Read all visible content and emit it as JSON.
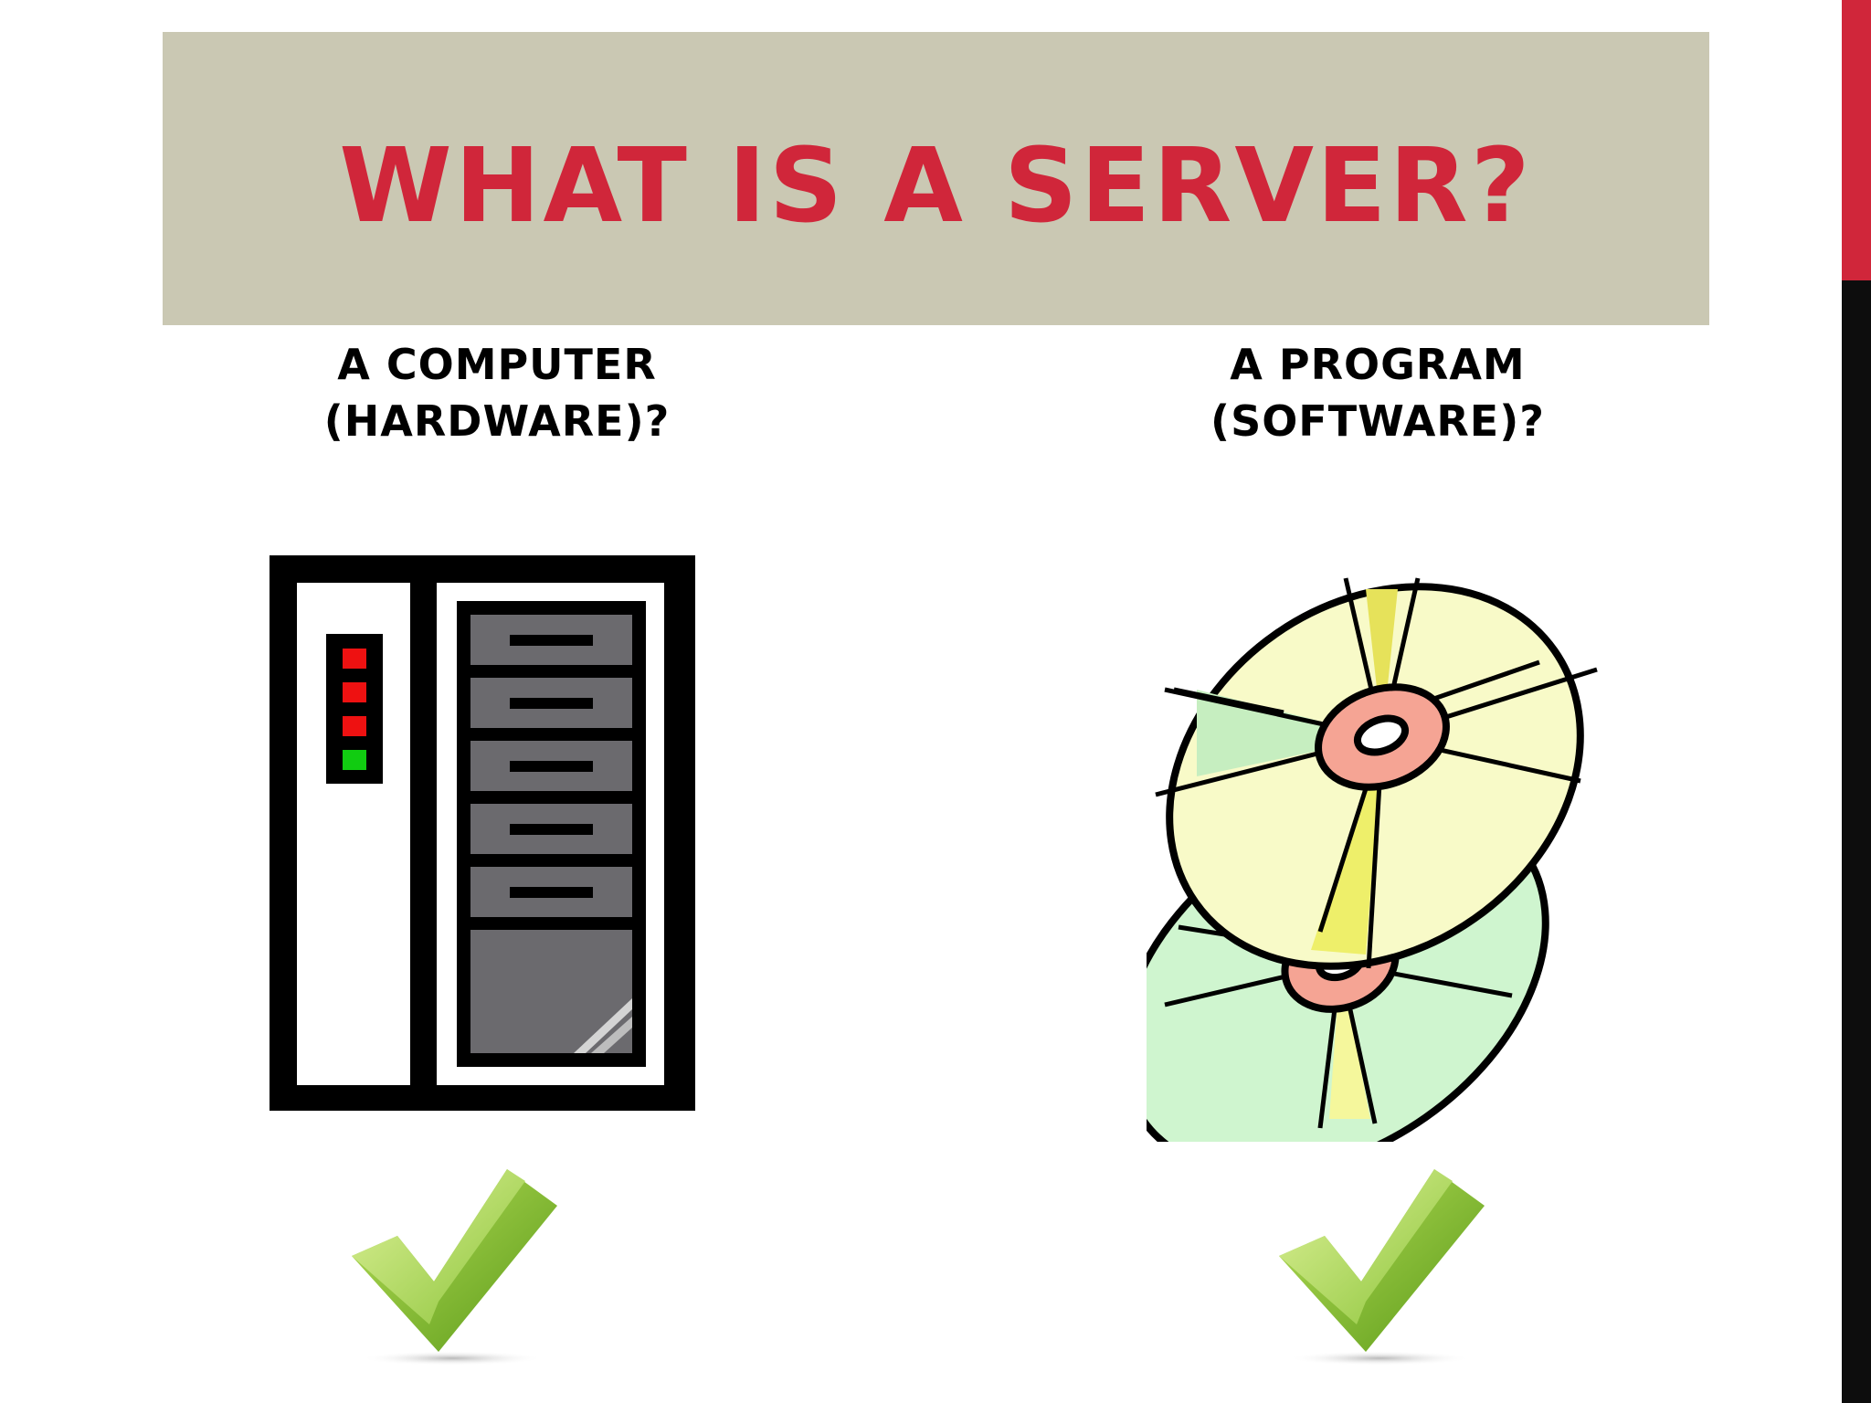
{
  "slide": {
    "title": "WHAT IS A SERVER?",
    "accent_color": "#d0263a",
    "band_color": "#cac8b3",
    "side_bar_color": "#0d0d0d"
  },
  "columns": [
    {
      "line1": "A COMPUTER",
      "line2": "(HARDWARE)?",
      "illustration": "server-tower-icon",
      "check": "checkmark-icon"
    },
    {
      "line1": "A PROGRAM",
      "line2": "(SOFTWARE)?",
      "illustration": "compact-discs-icon",
      "check": "checkmark-icon"
    }
  ],
  "server_lights": [
    "#ee1111",
    "#ee1111",
    "#ee1111",
    "#11cc11"
  ]
}
